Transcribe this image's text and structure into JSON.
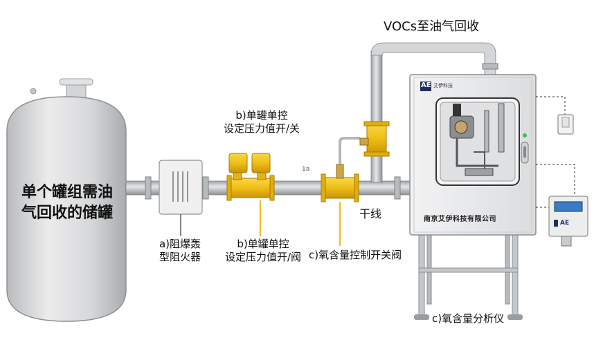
{
  "tank": {
    "line1": "单个罐组需油",
    "line2": "气回收的储罐"
  },
  "top_label": "VOCs至油气回收",
  "labels": {
    "valve_top_line1": "b)单罐单控",
    "valve_top_line2": "设定压力值开/关",
    "valve_bottom_line1": "b)单罐单控",
    "valve_bottom_line2": "设定压力值开/阀",
    "arrester_line1": "a)阻爆轰",
    "arrester_line2": "型阻火器",
    "o2_valve": "c)氧含量控制开关阀",
    "mainline": "干线",
    "analyzer": "c)氧含量分析仪",
    "small_mark": "1a"
  },
  "cabinet": {
    "company": "南京艾伊科技有限公司",
    "logo": "AE",
    "brand": "艾伊科技"
  },
  "analyzer_device": {
    "logo": "AE"
  },
  "colors": {
    "pipe": "#c7cacd",
    "valve": "#f2c21b",
    "cabinet": "#e7e8e9",
    "tank": "#d9dadc"
  }
}
